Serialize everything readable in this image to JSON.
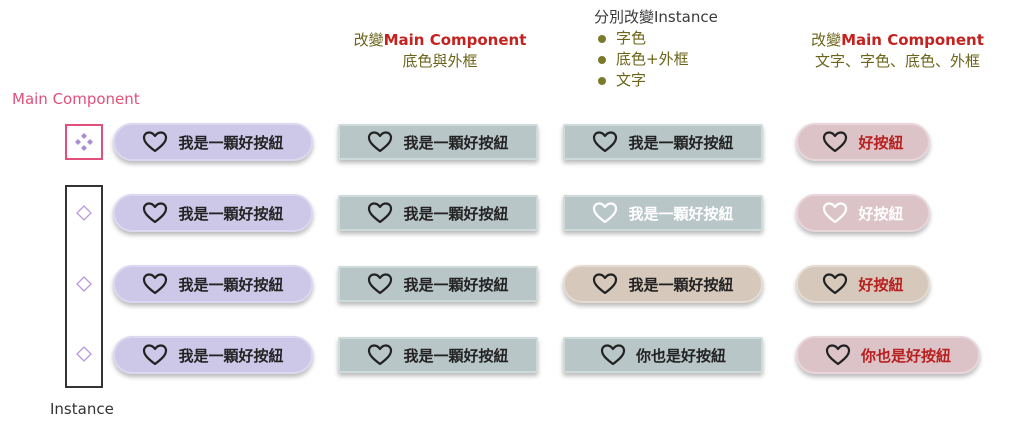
{
  "labels": {
    "main_component": "Main Component",
    "instance": "Instance"
  },
  "headers": {
    "col2": {
      "prefix": "改變",
      "highlight": "Main Component",
      "line2": "底色與外框"
    },
    "col3": {
      "title": "分別改變Instance",
      "bullets": [
        "字色",
        "底色+外框",
        "文字"
      ]
    },
    "col4": {
      "prefix": "改變",
      "highlight": "Main Component",
      "line2": "文字、字色、底色、外框"
    }
  },
  "buttons": {
    "col1": [
      "我是一顆好按紐",
      "我是一顆好按紐",
      "我是一顆好按紐",
      "我是一顆好按紐"
    ],
    "col2": [
      "我是一顆好按紐",
      "我是一顆好按紐",
      "我是一顆好按紐",
      "我是一顆好按紐"
    ],
    "col3": [
      "我是一顆好按紐",
      "我是一顆好按紐",
      "我是一顆好按紐",
      "你也是好按紐"
    ],
    "col4": [
      "好按紐",
      "好按紐",
      "好按紐",
      "你也是好按紐"
    ]
  },
  "icons": {
    "button_icon": "heart-outline-icon",
    "component_icon": "component-icon",
    "instance_icon": "instance-diamond-icon"
  },
  "colors": {
    "lavender": "#cdc7e8",
    "slate": "#b8c6c8",
    "tan": "#d6c9bc",
    "rose": "#dcc3c8",
    "accent_red": "#c5221f",
    "main_component_pink": "#e0507a",
    "component_purple": "#a98bd6"
  }
}
